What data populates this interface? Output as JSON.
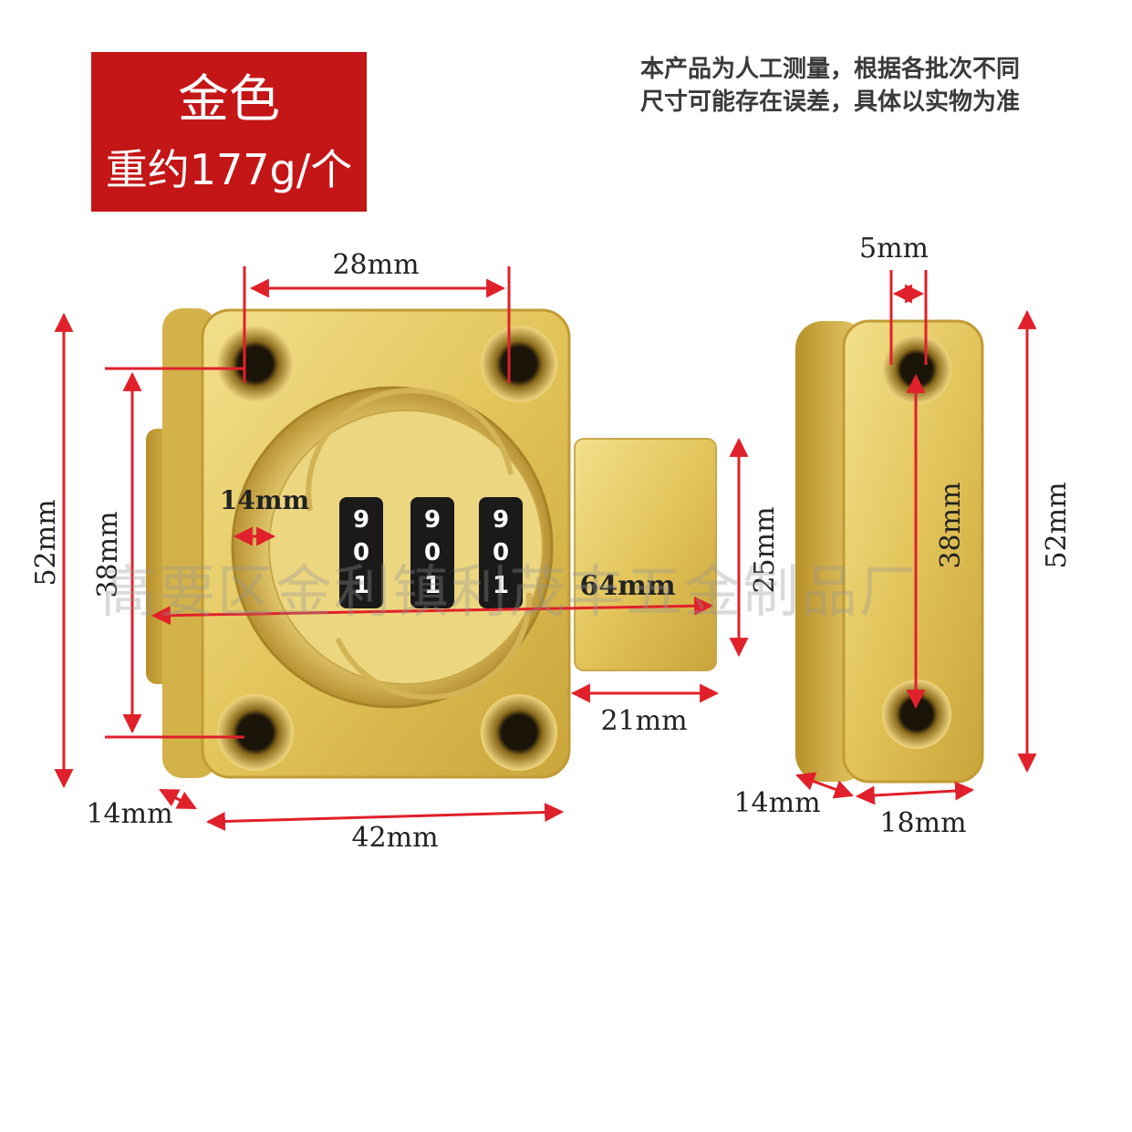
{
  "badge": {
    "color_name": "金色",
    "weight": "重约177g/个"
  },
  "note": {
    "line1": "本产品为人工测量，根据各批次不同",
    "line2": "尺寸可能存在误差，具体以实物为准"
  },
  "watermark": "高要区金利镇利茂丰五金制品厂",
  "dials": {
    "upper": "9",
    "middle": "0",
    "lower": "1"
  },
  "dimensions": {
    "hole_spacing_width": "28mm",
    "body_height": "52mm",
    "hole_spacing_height": "38mm",
    "dial_offset": "14mm",
    "total_length": "64mm",
    "bolt_height": "25mm",
    "bolt_extension": "21mm",
    "base_depth": "14mm",
    "body_width": "42mm",
    "keeper_hole_diameter": "5mm",
    "keeper_hole_spacing": "38mm",
    "keeper_height": "52mm",
    "keeper_depth": "14mm",
    "keeper_width": "18mm"
  },
  "colors": {
    "badge_bg": "#c41517",
    "dimension_red": "#e0202a",
    "brass": "#e6c964"
  }
}
